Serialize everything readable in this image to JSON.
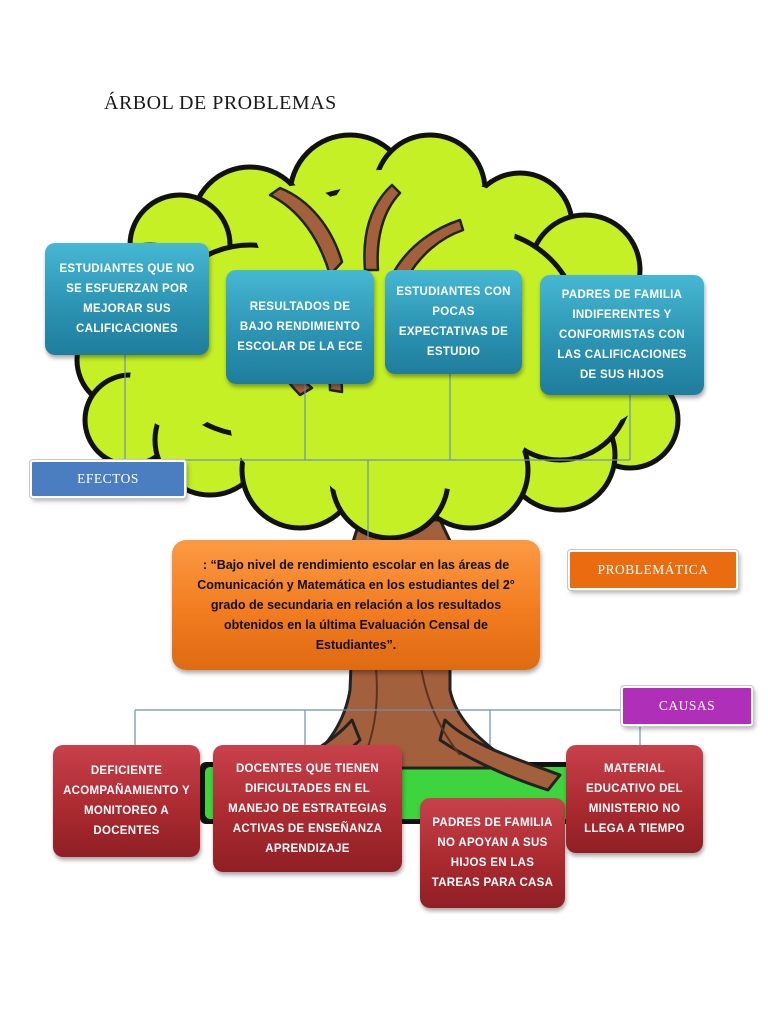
{
  "title": "ÁRBOL DE PROBLEMAS",
  "labels": {
    "efectos": "EFECTOS",
    "problematica": "PROBLEMÁTICA",
    "causas": "CAUSAS"
  },
  "effects": [
    "ESTUDIANTES QUE NO SE ESFUERZAN POR MEJORAR SUS CALIFICACIONES",
    "RESULTADOS DE BAJO RENDIMIENTO ESCOLAR DE LA ECE",
    "ESTUDIANTES CON POCAS EXPECTATIVAS DE ESTUDIO",
    "PADRES DE FAMILIA INDIFERENTES Y CONFORMISTAS CON LAS CALIFICACIONES DE SUS HIJOS"
  ],
  "problem": ": “Bajo nivel de rendimiento escolar en las áreas de Comunicación y Matemática en los estudiantes del 2° grado de secundaria en relación a los resultados obtenidos en la última Evaluación Censal de Estudiantes”.",
  "causes": [
    "DEFICIENTE ACOMPAÑAMIENTO Y MONITOREO A DOCENTES",
    "DOCENTES QUE TIENEN DIFICULTADES EN EL MANEJO DE ESTRATEGIAS ACTIVAS DE ENSEÑANZA APRENDIZAJE",
    "PADRES DE FAMILIA NO APOYAN A SUS HIJOS EN LAS TAREAS PARA CASA",
    "MATERIAL EDUCATIVO DEL MINISTERIO NO LLEGA A TIEMPO"
  ],
  "colors": {
    "foliage": "#c4f025",
    "trunk": "#a3603c",
    "grass": "#3dd43d",
    "effect_box": "#2c94b4",
    "cause_box": "#ab2b31",
    "problem_box": "#f27c1f",
    "efectos_label": "#4a7ec0",
    "problematica_label": "#e96c10",
    "causas_label": "#b02fb8"
  }
}
